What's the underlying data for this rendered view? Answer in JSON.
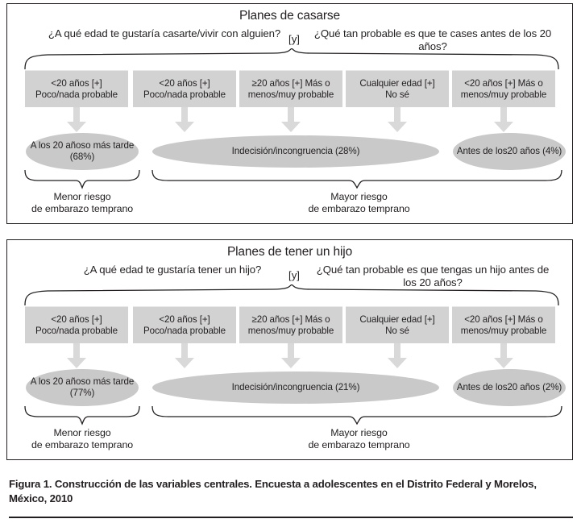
{
  "figure": {
    "caption": "Figura 1. Construcción de las variables centrales. Encuesta a adolescentes en el Distrito Federal y Morelos, México, 2010",
    "colors": {
      "box_fill": "#d2d2d2",
      "oval_fill": "#c9c9c9",
      "arrow_fill": "#d9d9d9",
      "line": "#231f20",
      "panel_border": "#231f20"
    }
  },
  "panels": [
    {
      "id": "marriage",
      "title": "Planes de casarse",
      "question_left": "¿A qué edad te gustaría casarte/vivir con alguien?",
      "conjunction": "[y]",
      "question_right": "¿Qué tan probable es que te cases antes de los 20 años?",
      "boxes": [
        {
          "line1": "<20 años [+]",
          "line2": "Poco/nada probable"
        },
        {
          "line1": "<20 años [+]",
          "line2": "Poco/nada probable"
        },
        {
          "line1": "≥20 años [+] Más o",
          "line2": "menos/muy probable"
        },
        {
          "line1": "Cualquier edad [+]",
          "line2": "No sé"
        },
        {
          "line1": "<20 años [+] Más o",
          "line2": "menos/muy probable"
        }
      ],
      "outcomes": [
        {
          "line1": "A los 20 años",
          "line2": "o más tarde (68%)",
          "percent": "68%"
        },
        {
          "line1": "Indecisión/incongruencia (28%)",
          "line2": "",
          "percent": "28%"
        },
        {
          "line1": "Antes de los",
          "line2": "20 años (4%)",
          "percent": "4%"
        }
      ],
      "risk_left": "Menor riesgo de embarazo temprano",
      "risk_left_l1": "Menor riesgo",
      "risk_left_l2": "de embarazo temprano",
      "risk_right_l1": "Mayor riesgo",
      "risk_right_l2": "de embarazo temprano"
    },
    {
      "id": "child",
      "title": "Planes de tener un hijo",
      "question_left": "¿A qué edad te gustaría tener un hijo?",
      "conjunction": "[y]",
      "question_right": "¿Qué tan probable es que tengas un hijo antes de los 20 años?",
      "boxes": [
        {
          "line1": "<20 años [+]",
          "line2": "Poco/nada probable"
        },
        {
          "line1": "<20 años [+]",
          "line2": "Poco/nada probable"
        },
        {
          "line1": "≥20 años [+] Más o",
          "line2": "menos/muy probable"
        },
        {
          "line1": "Cualquier edad [+]",
          "line2": "No sé"
        },
        {
          "line1": "<20 años [+] Más o",
          "line2": "menos/muy probable"
        }
      ],
      "outcomes": [
        {
          "line1": "A los 20 años",
          "line2": "o más tarde (77%)",
          "percent": "77%"
        },
        {
          "line1": "Indecisión/incongruencia (21%)",
          "line2": "",
          "percent": "21%"
        },
        {
          "line1": "Antes de los",
          "line2": "20 años (2%)",
          "percent": "2%"
        }
      ],
      "risk_left_l1": "Menor riesgo",
      "risk_left_l2": "de embarazo temprano",
      "risk_right_l1": "Mayor riesgo",
      "risk_right_l2": "de embarazo temprano"
    }
  ]
}
